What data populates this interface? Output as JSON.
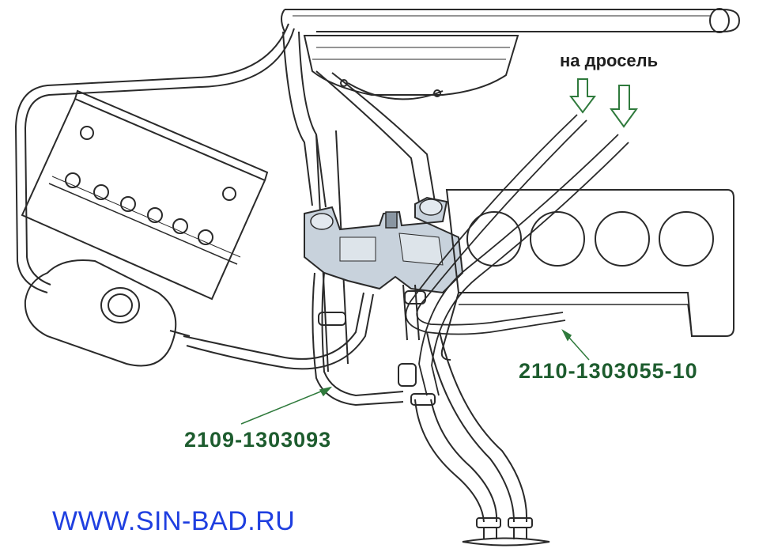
{
  "labels": {
    "throttle": "на дросель",
    "hose_a": "2110-1303055-10",
    "hose_b": "2109-1303093",
    "website": "WWW.SIN-BAD.RU"
  },
  "colors": {
    "line": "#2a2a2a",
    "part_number": "#1d5c2e",
    "arrow": "#2f7a3c",
    "website": "#1f3fe0",
    "valve_body": "#c8d2dc"
  },
  "icons": [
    "down-arrow-icon",
    "down-arrow-icon"
  ]
}
